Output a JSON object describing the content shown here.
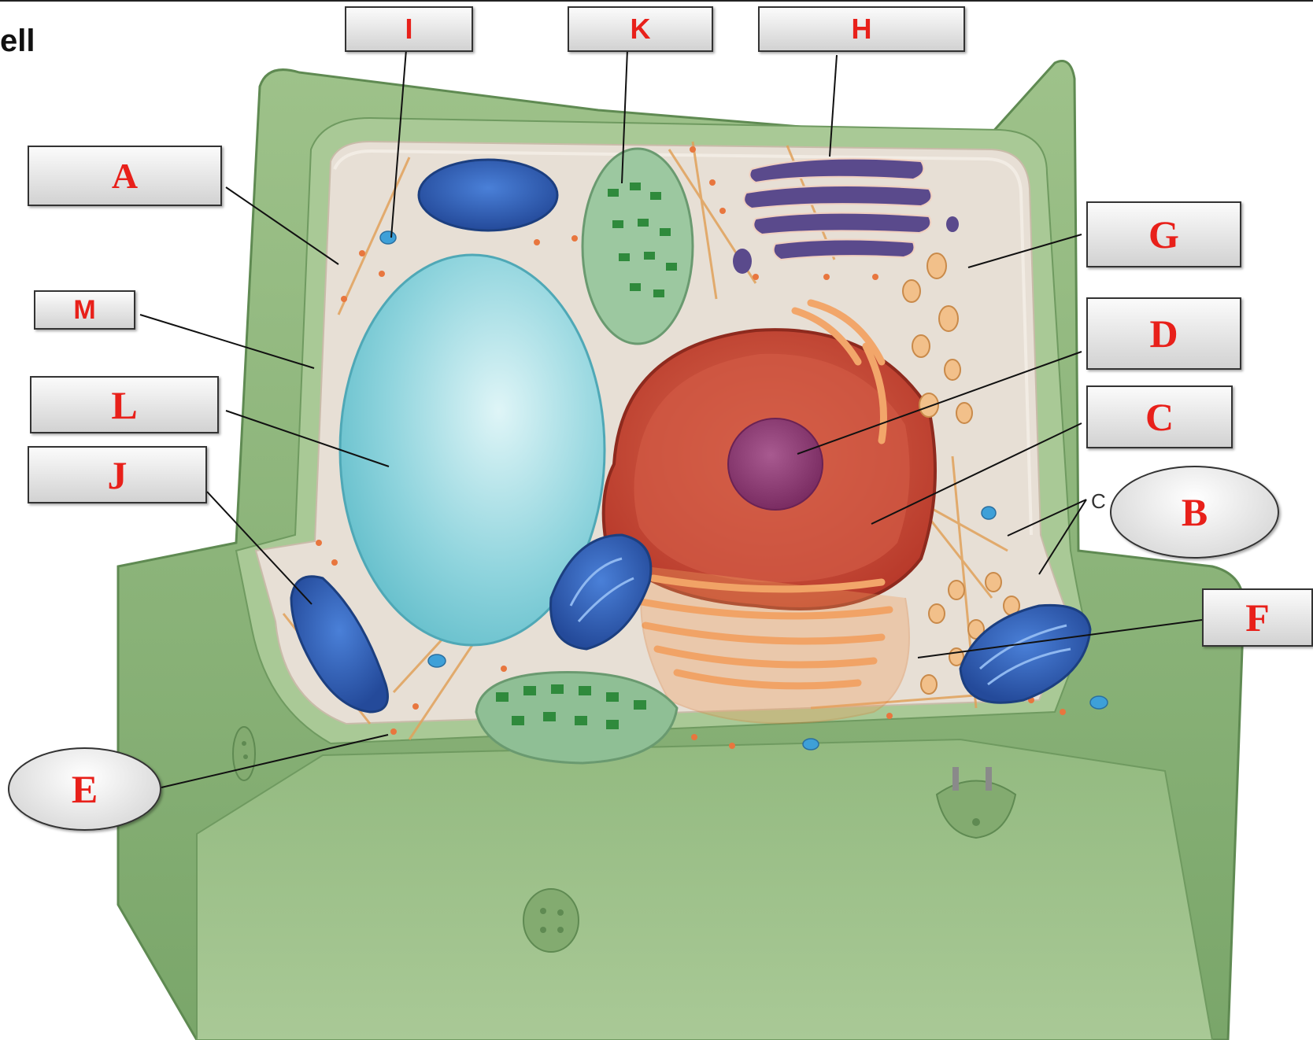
{
  "heading_fragment": "ell",
  "labels": {
    "A": "A",
    "B": "B",
    "C": "C",
    "D": "D",
    "E": "E",
    "F": "F",
    "G": "G",
    "H": "H",
    "I": "I",
    "J": "J",
    "K": "K",
    "L": "L",
    "M": "M"
  },
  "colors": {
    "label_text": "#e8201a",
    "cell_wall": "#8db37a",
    "cytoplasm": "#e5ddd3",
    "vacuole": "#8fd8e0",
    "nucleus": "#c84a36",
    "nucleolus": "#8e3a72",
    "chloroplast": "#8fbf95",
    "mitochondrion": "#2f5fb8",
    "golgi": "#5a4a8c",
    "er": "#f2a66a"
  }
}
